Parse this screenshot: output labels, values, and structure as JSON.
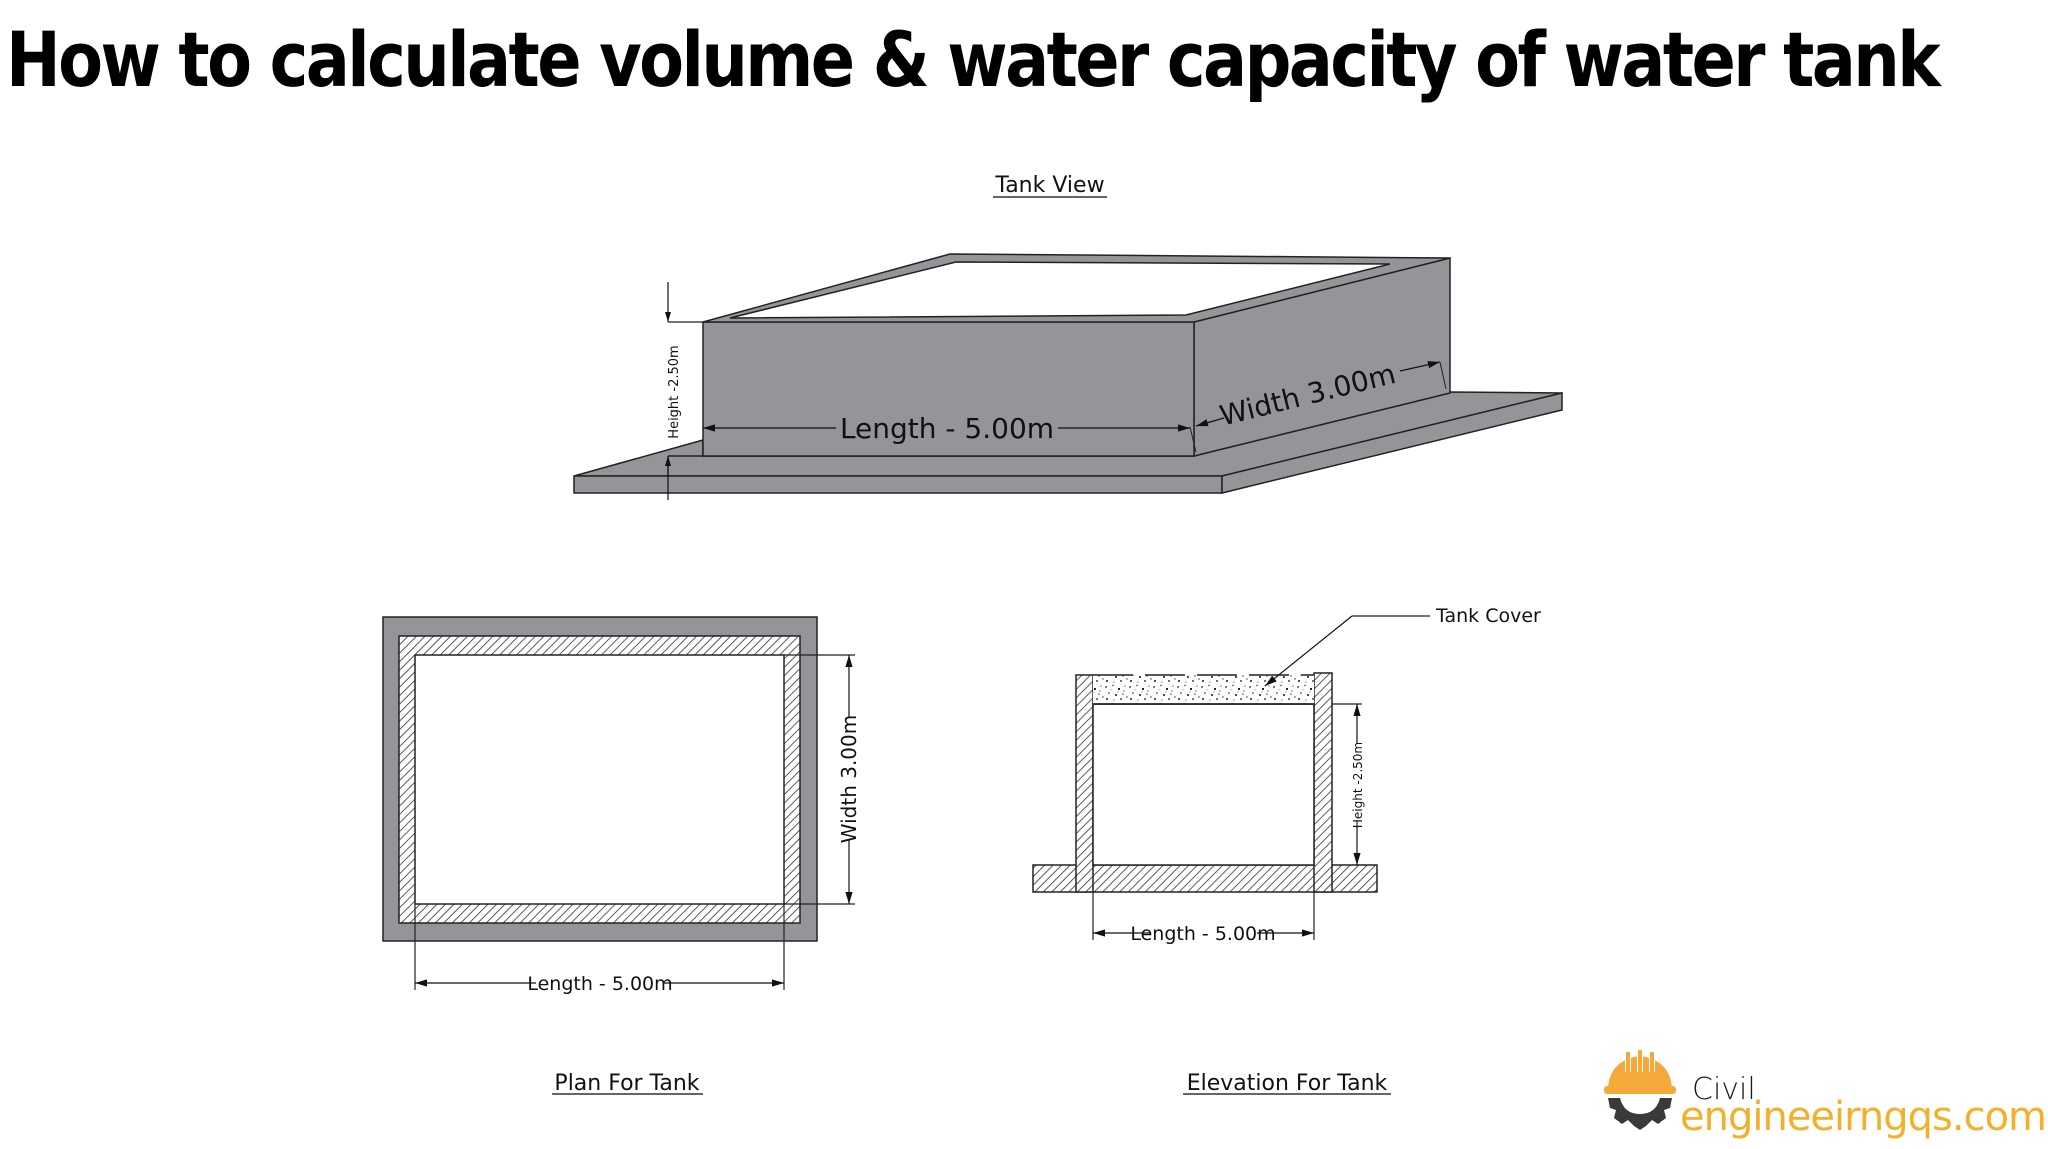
{
  "title": "How to calculate volume & water capacity of water tank",
  "tank_view": {
    "label": "Tank View",
    "height_dim": "Height -2.50m",
    "length_dim": "Length - 5.00m",
    "width_dim": "Width 3.00m"
  },
  "plan": {
    "label": "Plan For Tank",
    "length_dim": "Length - 5.00m",
    "width_dim": "Width 3.00m"
  },
  "elevation": {
    "label": "Elevation For Tank",
    "cover_callout": "Tank Cover",
    "height_dim": "Height -2.50m",
    "length_dim": "Length - 5.00m"
  },
  "dimensions": {
    "length_m": 5.0,
    "width_m": 3.0,
    "height_m": 2.5
  },
  "logo": {
    "line1": "Civil",
    "line2": "engineeirngqs.com"
  },
  "colors": {
    "concrete_gray": "#939598",
    "line": "#222222",
    "logo_orange": "#f5a93a",
    "logo_yellow": "#f3b02a",
    "logo_gear": "#3a3a3a"
  }
}
